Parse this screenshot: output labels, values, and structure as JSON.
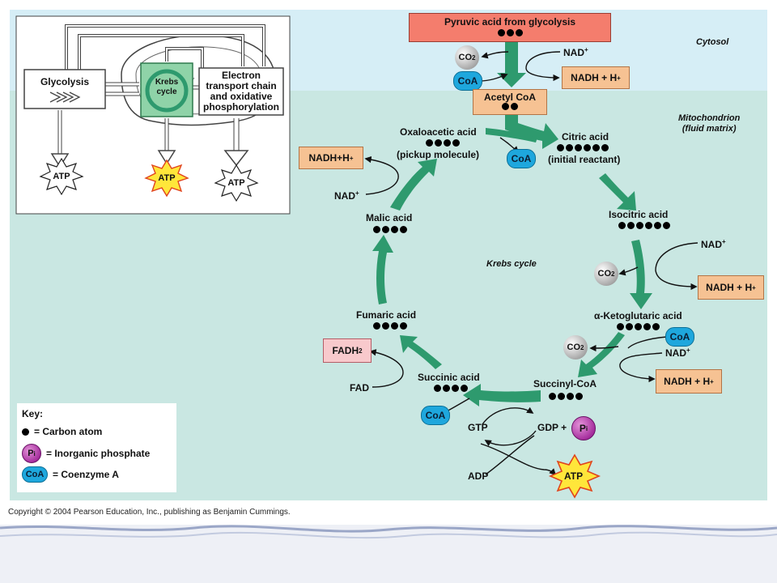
{
  "colors": {
    "cytosol_bg": "#d6eef6",
    "matrix_bg": "#c9e7e2",
    "arrow_green": "#2e9a6e",
    "orange_box": "#f6c293",
    "red_box": "#f47d6d",
    "pink_box": "#f8c9cc",
    "coa_blue": "#1ea7dd",
    "pi_purple": "#a2299a",
    "atp_yellow": "#ffe63a"
  },
  "regions": {
    "cytosol": "Cytosol",
    "mitochondrion_line1": "Mitochondrion",
    "mitochondrion_line2": "(fluid matrix)",
    "cycle_label": "Krebs cycle"
  },
  "top": {
    "pyruvic": "Pyruvic acid from glycolysis",
    "acetyl_coa": "Acetyl CoA",
    "nad": "NAD",
    "nadh": "NADH + H",
    "co2": "CO",
    "coa": "CoA"
  },
  "cycle": {
    "oxaloacetic": "Oxaloacetic acid",
    "oxaloacetic_note": "(pickup molecule)",
    "citric": "Citric acid",
    "citric_note": "(initial reactant)",
    "isocitric": "Isocitric acid",
    "ketoglutaric": "α-Ketoglutaric acid",
    "succinyl_coa": "Succinyl-CoA",
    "succinic": "Succinic acid",
    "fumaric": "Fumaric acid",
    "malic": "Malic acid"
  },
  "side": {
    "nadh_h_left": "NADH+H",
    "nad_left": "NAD",
    "nad_iso": "NAD",
    "nadh_iso": "NADH + H",
    "co2_iso": "CO",
    "co2_keto": "CO",
    "coa_keto": "CoA",
    "nad_keto": "NAD",
    "nadh_keto": "NADH + H",
    "fadh2": "FADH",
    "fad": "FAD",
    "coa_succ": "CoA",
    "gtp": "GTP",
    "gdp": "GDP +",
    "pi": "P",
    "adp": "ADP",
    "atp": "ATP"
  },
  "inset": {
    "glycolysis": "Glycolysis",
    "krebs_line1": "Krebs",
    "krebs_line2": "cycle",
    "etc_line1": "Electron",
    "etc_line2": "transport chain",
    "etc_line3": "and oxidative",
    "etc_line4": "phosphorylation",
    "atp1": "ATP",
    "atp2": "ATP",
    "atp3": "ATP"
  },
  "key": {
    "title": "Key:",
    "carbon": "= Carbon atom",
    "phosphate": "= Inorganic phosphate",
    "coenzyme": "= Coenzyme A",
    "pi_symbol": "P",
    "coa_symbol": "CoA"
  },
  "copyright": "Copyright © 2004 Pearson Education, Inc., publishing as Benjamin Cummings."
}
